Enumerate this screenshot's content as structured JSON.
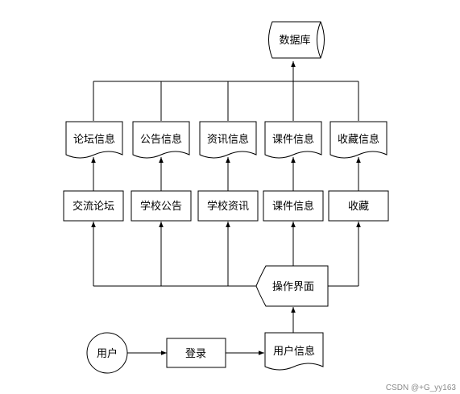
{
  "database": "数据库",
  "documents": [
    "论坛信息",
    "公告信息",
    "资讯信息",
    "课件信息",
    "收藏信息"
  ],
  "modules": [
    "交流论坛",
    "学校公告",
    "学校资讯",
    "课件信息",
    "收藏"
  ],
  "interface": "操作界面",
  "user": "用户",
  "login": "登录",
  "user_info": "用户信息",
  "watermark": "CSDN @+G_yy163"
}
